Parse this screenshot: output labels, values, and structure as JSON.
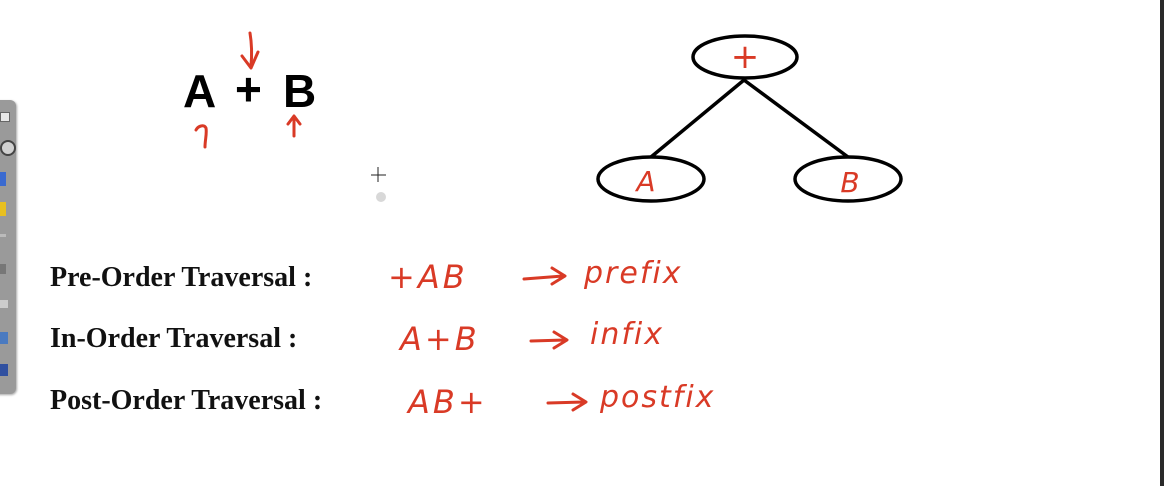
{
  "expression": {
    "a": "A",
    "op": "+",
    "b": "B"
  },
  "tree": {
    "root": "+",
    "left": "A",
    "right": "B"
  },
  "traversals": [
    {
      "label": "Pre-Order Traversal :",
      "result": "+AB",
      "name": "prefix"
    },
    {
      "label": "In-Order Traversal :",
      "result": "A+B",
      "name": "infix"
    },
    {
      "label": "Post-Order Traversal :",
      "result": "AB+",
      "name": "postfix"
    }
  ],
  "colors": {
    "ink": "#d93a26",
    "text": "#000000",
    "toolbar": "#9a9a9a"
  },
  "icons": [
    "pen-tool-icon",
    "eraser-icon",
    "highlighter-icon",
    "crosshair-cursor-icon"
  ]
}
